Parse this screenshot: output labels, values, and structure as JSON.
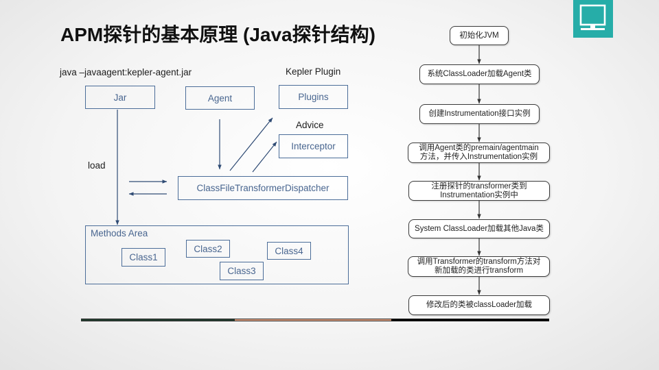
{
  "slide": {
    "title": "APM探针的基本原理 (Java探针结构)",
    "corner_icon": "monitor-icon"
  },
  "colors": {
    "accent": "#26ada8",
    "diagram_line": "#4a6c98",
    "diagram_text": "#48658f",
    "arrow": "#2f4b74",
    "flow_border": "#3a3a3a",
    "flow_arrow": "#333333",
    "bar_left": "#2e4b3c",
    "bar_middle": "#e3a282",
    "bar_right": "#050505"
  },
  "structure_diagram": {
    "command": "java –javaagent:kepler-agent.jar",
    "kepler_plugin": "Kepler Plugin",
    "advice": "Advice",
    "load": "load",
    "jar": "Jar",
    "agent": "Agent",
    "plugins": "Plugins",
    "interceptor": "Interceptor",
    "dispatcher": "ClassFileTransformerDispatcher",
    "methods_area": {
      "label": "Methods Area",
      "classes": [
        "Class1",
        "Class2",
        "Class3",
        "Class4"
      ]
    }
  },
  "flowchart": {
    "steps": [
      {
        "lines": [
          "初始化JVM"
        ]
      },
      {
        "lines": [
          "系统ClassLoader加载Agent类"
        ]
      },
      {
        "lines": [
          "创建Instrumentation接口实例"
        ]
      },
      {
        "lines": [
          "调用Agent类的premain/agentmain",
          "方法，并传入Instrumentation实例"
        ]
      },
      {
        "lines": [
          "注册探针的transformer类到",
          "Instrumentation实例中"
        ]
      },
      {
        "lines": [
          "System ClassLoader加载其他Java类"
        ]
      },
      {
        "lines": [
          "调用Transformer的transform方法对",
          "新加载的类进行transform"
        ]
      },
      {
        "lines": [
          "修改后的类被classLoader加载"
        ]
      }
    ]
  }
}
